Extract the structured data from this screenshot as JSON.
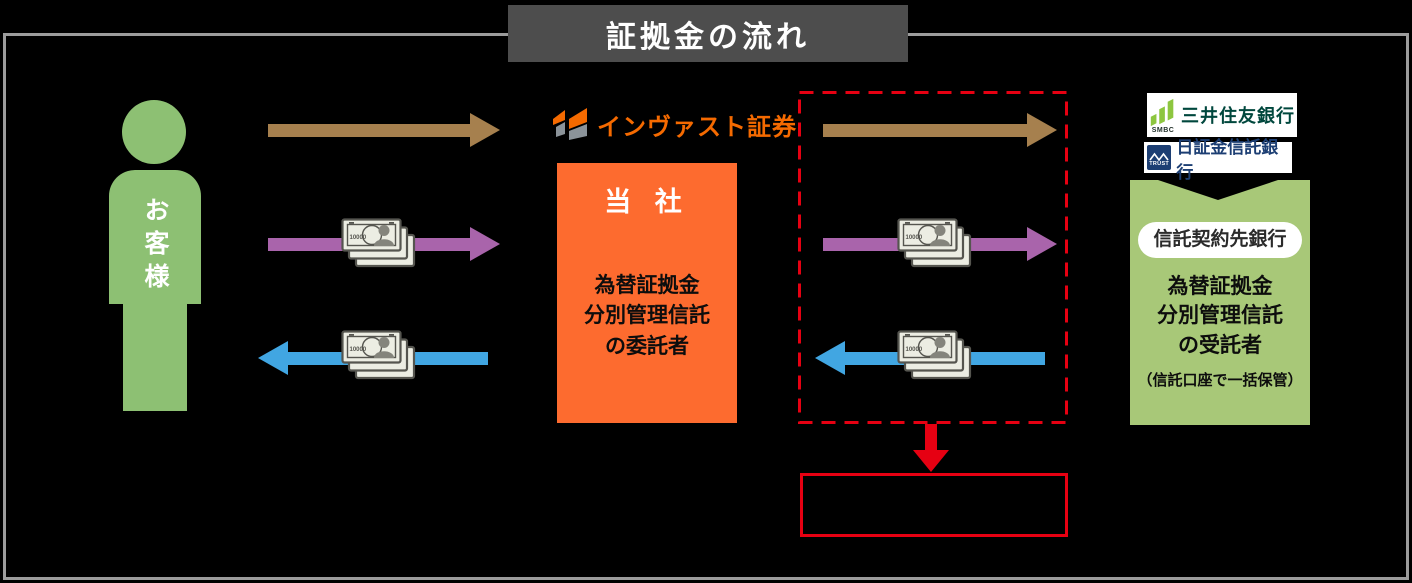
{
  "title": "証拠金の流れ",
  "customer": {
    "label": "お客様"
  },
  "invast": {
    "logo_text": "インヴァスト証券",
    "box_title": "当 社",
    "box_body_line1": "為替証拠金",
    "box_body_line2": "分別管理信託",
    "box_body_line3": "の委託者"
  },
  "banks": {
    "smbc": {
      "mark_label": "SMBC",
      "name": "三井住友銀行"
    },
    "nissho": {
      "mark_label": "TRUST",
      "name": "日証金信託銀行"
    }
  },
  "trust_box": {
    "badge": "信託契約先銀行",
    "body_line1": "為替証拠金",
    "body_line2": "分別管理信託",
    "body_line3": "の受託者",
    "note": "（信託口座で一括保管）"
  },
  "money_icon": {
    "denomination": "10000"
  },
  "colors": {
    "frame_border": "#9c9c9c",
    "title_bg": "#4d4d4d",
    "person_green": "#8dc073",
    "invast_orange": "#f56a00",
    "company_box_orange": "#fd6b2f",
    "trust_box_green": "#a8c878",
    "arrow_brown": "#a6804e",
    "arrow_purple": "#a964ab",
    "arrow_blue": "#41a6e2",
    "flow_red": "#e60012",
    "smbc_green": "#8dc63f",
    "smbc_text_green": "#00473d",
    "nissho_navy": "#1c3e73"
  }
}
